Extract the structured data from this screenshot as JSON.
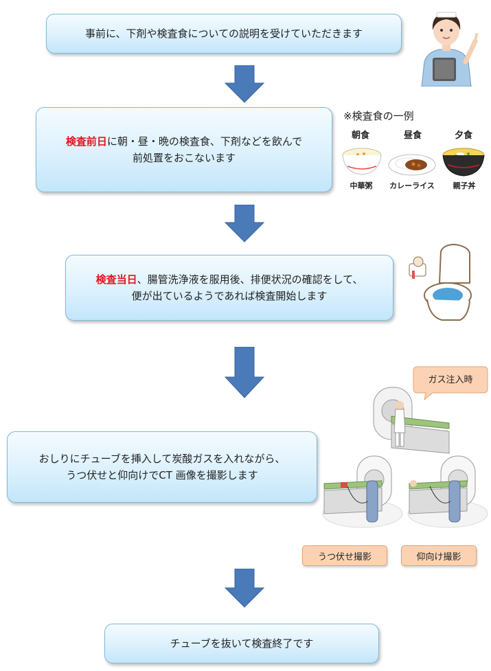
{
  "steps": [
    {
      "text": "事前に、下剤や検査食についての説明を受けていただきます"
    },
    {
      "highlight": "検査前日",
      "line1": "に朝・昼・晩の検査食、下剤などを飲んで",
      "line2": "前処置をおこないます"
    },
    {
      "highlight": "検査当日",
      "line1": "、腸管洗浄液を服用後、排便状況の確認をして、",
      "line2": "便が出ているようであれば検査開始します"
    },
    {
      "line1": "おしりにチューブを挿入して炭酸ガスを入れながら、",
      "line2": "うつ伏せと仰向けでCT 画像を撮影します"
    },
    {
      "text": "チューブを抜いて検査終了です"
    }
  ],
  "meal_example": {
    "title": "※検査食の一例",
    "meals": [
      {
        "time": "朝食",
        "dish": "中華粥"
      },
      {
        "time": "昼食",
        "dish": "カレーライス"
      },
      {
        "time": "夕食",
        "dish": "親子丼"
      }
    ]
  },
  "ct": {
    "gas_callout": "ガス注入時",
    "prone_label": "うつ伏せ撮影",
    "supine_label": "仰向け撮影"
  },
  "colors": {
    "arrow": "#4a7ab8",
    "highlight": "#e0161b",
    "box_border": "#7fb8dc",
    "tag_fill": "#fbd3b4"
  }
}
